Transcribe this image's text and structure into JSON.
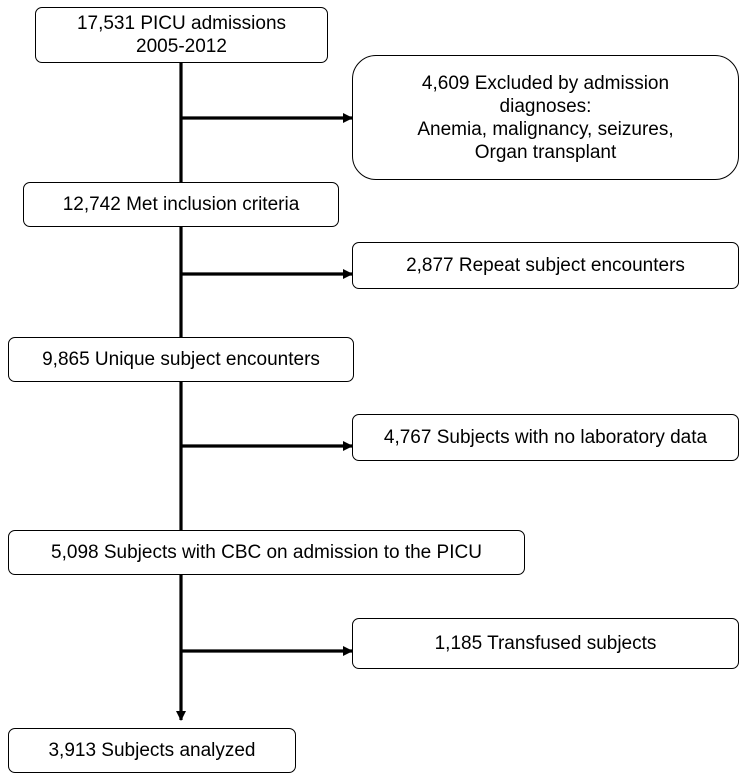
{
  "flowchart": {
    "main_steps": [
      {
        "id": "admissions",
        "lines": [
          "17,531 PICU admissions",
          "2005-2012"
        ]
      },
      {
        "id": "inclusion",
        "lines": [
          "12,742 Met inclusion criteria"
        ]
      },
      {
        "id": "unique",
        "lines": [
          "9,865 Unique subject encounters"
        ]
      },
      {
        "id": "cbc",
        "lines": [
          "5,098 Subjects with CBC on admission to the PICU"
        ]
      },
      {
        "id": "analyzed",
        "lines": [
          "3,913 Subjects analyzed"
        ]
      }
    ],
    "exclusions": [
      {
        "id": "diagnoses",
        "lines": [
          "4,609 Excluded by admission",
          "diagnoses:",
          "Anemia, malignancy, seizures,",
          "Organ transplant"
        ]
      },
      {
        "id": "repeat",
        "lines": [
          "2,877 Repeat subject encounters"
        ]
      },
      {
        "id": "nolab",
        "lines": [
          "4,767 Subjects with no laboratory data"
        ]
      },
      {
        "id": "transfused",
        "lines": [
          "1,185 Transfused subjects"
        ]
      }
    ]
  },
  "colors": {
    "stroke": "#000000",
    "background": "#ffffff"
  }
}
